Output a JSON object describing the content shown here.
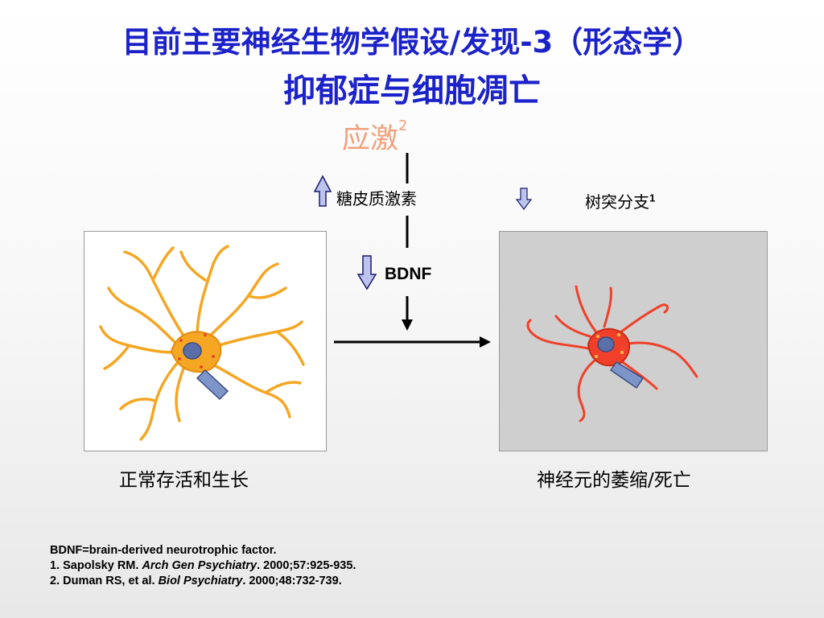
{
  "title": {
    "line1": "目前主要神经生物学假设/发现-3（形态学）",
    "line2": "抑郁症与细胞凋亡"
  },
  "stress": {
    "label": "应激",
    "ref": "2"
  },
  "glucocorticoid": {
    "label": "糖皮质激素",
    "direction": "up"
  },
  "bdnf": {
    "label": "BDNF",
    "direction": "down"
  },
  "dendrite": {
    "label": "树突分支",
    "ref": "1",
    "direction": "down"
  },
  "left_panel": {
    "caption": "正常存活和生长",
    "neuron_color": "#f5a623"
  },
  "right_panel": {
    "caption": "神经元的萎缩/死亡",
    "neuron_color": "#f0402a"
  },
  "footnotes": {
    "definition": "BDNF=brain-derived neurotrophic factor.",
    "ref1_prefix": "1. Sapolsky RM. ",
    "ref1_journal": "Arch Gen Psychiatry",
    "ref1_suffix": ". 2000;57:925-935.",
    "ref2_prefix": "2. Duman RS, et al. ",
    "ref2_journal": "Biol Psychiatry",
    "ref2_suffix": ". 2000;48:732-739."
  },
  "colors": {
    "title": "#1c22c9",
    "stress": "#f3a07a",
    "arrow_fill": "#bcc4ee",
    "arrow_stroke": "#1a1a6a"
  }
}
